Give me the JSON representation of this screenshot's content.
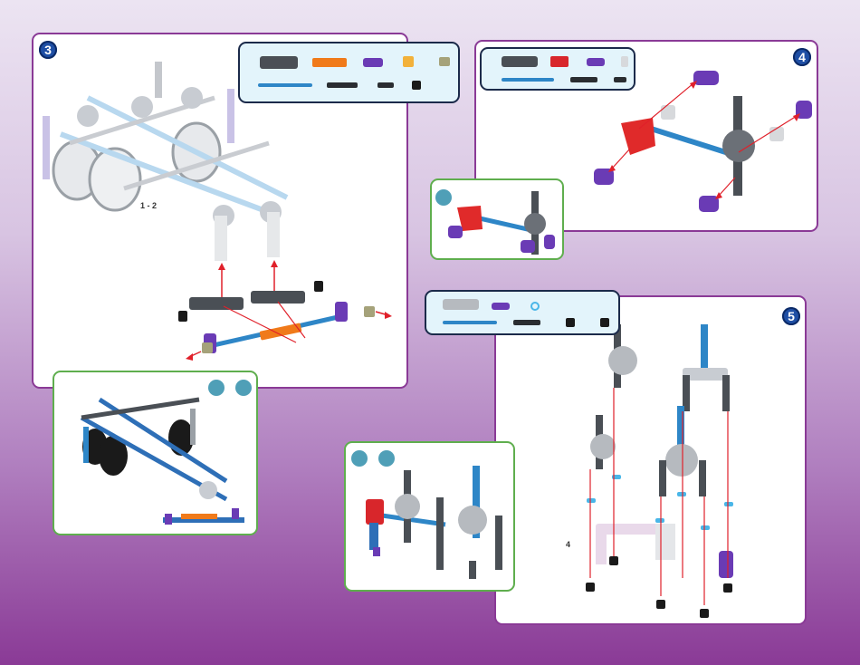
{
  "steps": {
    "step3": "3",
    "step4": "4",
    "step5": "5"
  },
  "labels": {
    "range_label": "1 - 2",
    "sub_step_label": "4"
  },
  "colors": {
    "background_top": "#ece4f2",
    "background_bottom": "#8a3a96",
    "panel_border": "#8a3a96",
    "check_border": "#5fae4e",
    "step_badge": "#1f4fa5",
    "parts_bg": "#e3f4fb",
    "arrow": "#e0202a"
  },
  "icons": {
    "parts_list": "parts-list-icon",
    "ref_dot": "reference-dot-icon"
  }
}
